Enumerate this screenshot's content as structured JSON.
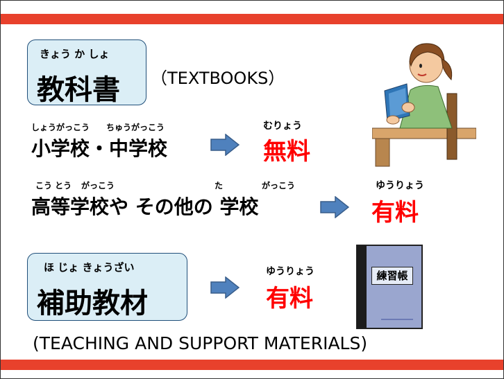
{
  "textbooks": {
    "ruby": "きょう か しょ",
    "title": "教科書",
    "english": "（TEXTBOOKS）"
  },
  "row_elementary": {
    "ruby_left": "しょうがっこう",
    "ruby_right": "ちゅうがっこう",
    "label": "小学校・中学校",
    "fee_ruby": "むりょう",
    "fee": "無料"
  },
  "row_highschool": {
    "ruby_1": "こう とう",
    "ruby_2": "がっこう",
    "ruby_3": "た",
    "ruby_4": "がっこう",
    "label": "高等学校や その他の 学校",
    "fee_ruby": "ゆうりょう",
    "fee": "有料"
  },
  "materials": {
    "ruby": "ほ じょ きょうざい",
    "title": "補助教材",
    "fee_ruby": "ゆうりょう",
    "fee": "有料",
    "notebook_label": "練習帳",
    "english": "(TEACHING AND SUPPORT MATERIALS)"
  },
  "colors": {
    "accent_bar": "#e8412c",
    "label_box": "#dbeef6",
    "arrow": "#4f81bd",
    "fee_text": "#ff0000"
  }
}
